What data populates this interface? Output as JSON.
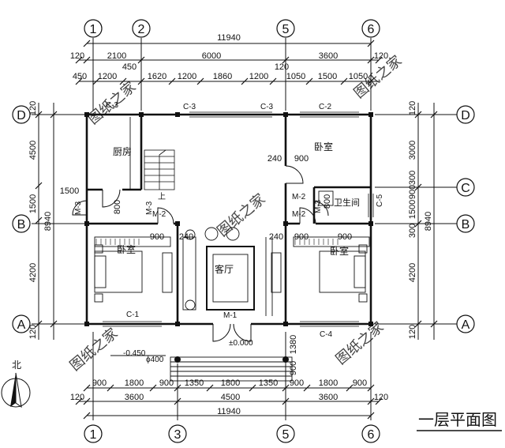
{
  "axes_top": [
    "1",
    "2",
    "5",
    "6"
  ],
  "axes_bottom": [
    "1",
    "3",
    "5",
    "6"
  ],
  "axes_left": [
    "D",
    "B",
    "A"
  ],
  "axes_right": [
    "D",
    "C",
    "B",
    "A"
  ],
  "dims": {
    "top_total": "11940",
    "top_row1": [
      "120",
      "2100",
      "6000",
      "3600",
      "120"
    ],
    "top_row2": [
      "450",
      "1200",
      "450",
      "1620",
      "1200",
      "1860",
      "1200",
      "120",
      "1050",
      "1500",
      "1050"
    ],
    "bottom_total": "11940",
    "bottom_row1": [
      "900",
      "1800",
      "900",
      "1350",
      "1800",
      "1350",
      "900",
      "1800",
      "900"
    ],
    "bottom_row2": [
      "120",
      "3600",
      "4500",
      "3600",
      "120"
    ],
    "left": [
      "120",
      "4500",
      "1500",
      "8940",
      "4200",
      "120"
    ],
    "right": [
      "120",
      "3000",
      "300",
      "900",
      "1500",
      "8940",
      "300",
      "4200",
      "120"
    ],
    "inner": [
      "1500",
      "240",
      "900",
      "800",
      "900",
      "240",
      "240",
      "900",
      "800",
      "900",
      "1380",
      "900"
    ]
  },
  "rooms": {
    "kitchen": "厨房",
    "bedroom_top_right": "卧室",
    "bedroom_left": "卧室",
    "bedroom_right": "卧室",
    "living_room": "客厅",
    "bathroom": "卫生间"
  },
  "labels": {
    "windows_top": [
      "C-3",
      "C-3",
      "C-3",
      "C-2"
    ],
    "window_left": "C-1",
    "window_right": "C-4",
    "window_bath": "C-5",
    "doors": [
      "M-3",
      "M-3",
      "M-2",
      "M-2",
      "M-3",
      "M-2",
      "M-1"
    ],
    "stair_up": "上",
    "elevation_outdoor": "-0.450",
    "elevation_indoor": "±0.000",
    "column_dia": "ϕ400"
  },
  "north": "北",
  "title": "一层平面图",
  "watermark": "图纸之家"
}
